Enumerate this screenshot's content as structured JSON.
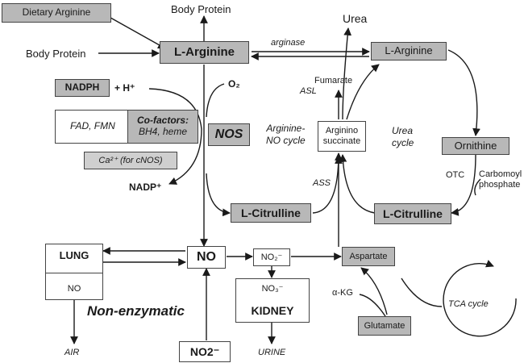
{
  "nodes": {
    "dietary_arginine": "Dietary Arginine",
    "body_protein_top": "Body Protein",
    "body_protein_left": "Body Protein",
    "l_arginine_main": "L-Arginine",
    "urea": "Urea",
    "l_arginine_right": "L-Arginine",
    "fumarate": "Fumarate",
    "nadph": "NADPH",
    "h_plus": "+ H⁺",
    "o2": "O₂",
    "fad_fmn": "FAD, FMN",
    "cofactors_title": "Co-factors:",
    "cofactors_sub": "BH4, heme",
    "nos": "NOS",
    "arginine_no_cycle": "Arginine-\nNO cycle",
    "arginino_succinate": "Arginino\nsuccinate",
    "urea_cycle": "Urea\ncycle",
    "ornithine": "Ornithine",
    "ca": "Ca²⁺ (for cNOS)",
    "nadp": "NADP⁺",
    "otc": "OTC",
    "carbomoyl_phosphate": "Carbomoyl\nphosphate",
    "l_citrulline_left": "L-Citrulline",
    "l_citrulline_right": "L-Citrulline",
    "lung": "LUNG",
    "lung_no": "NO",
    "no_center": "NO",
    "no2_minus": "NO₂⁻",
    "aspartate": "Aspartate",
    "no3_minus": "NO₃⁻",
    "kidney": "KIDNEY",
    "non_enzymatic": "Non-enzymatic",
    "akg": "α-KG",
    "tca_cycle": "TCA cycle",
    "glutamate": "Glutamate",
    "air": "AIR",
    "no2_bottom": "NO2⁻",
    "urine": "URINE"
  },
  "enzymes": {
    "arginase": "arginase",
    "asl": "ASL",
    "ass": "ASS"
  },
  "colors": {
    "box_grey": "#b8b8b8",
    "box_light_grey": "#cfcfcf",
    "line": "#1a1a1a"
  }
}
